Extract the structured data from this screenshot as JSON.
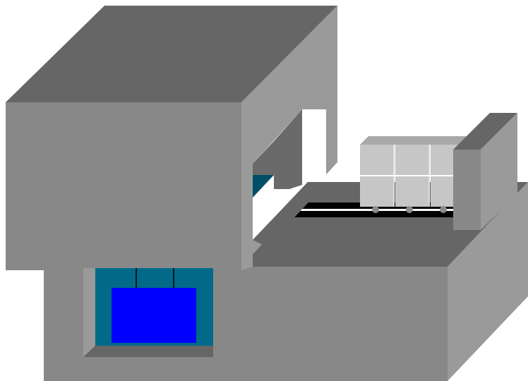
{
  "colors": {
    "background": "#ffffff",
    "top_face": "#666666",
    "front_face": "#888888",
    "side_face": "#9a9a9a",
    "dark_face": "#6a6a6a",
    "rail": "#000000",
    "rail_gap": "#ffffff",
    "wheel": "#8c8c8c",
    "panel_frame": "#006a88",
    "screen": "#0000ff",
    "tunnel_accent": "#004f66",
    "box_front": "#c6c6c6",
    "box_top": "#a9a9a9",
    "box_side": "#dedede"
  },
  "components": {
    "machine_housing": "machine-housing",
    "conveyor": "conveyor-track",
    "cargo_cart": "cargo-cart",
    "end_stop": "end-stop-block",
    "control_panel": "control-panel"
  },
  "cargo": {
    "columns": 3,
    "rows": 2,
    "wheels": 3
  }
}
